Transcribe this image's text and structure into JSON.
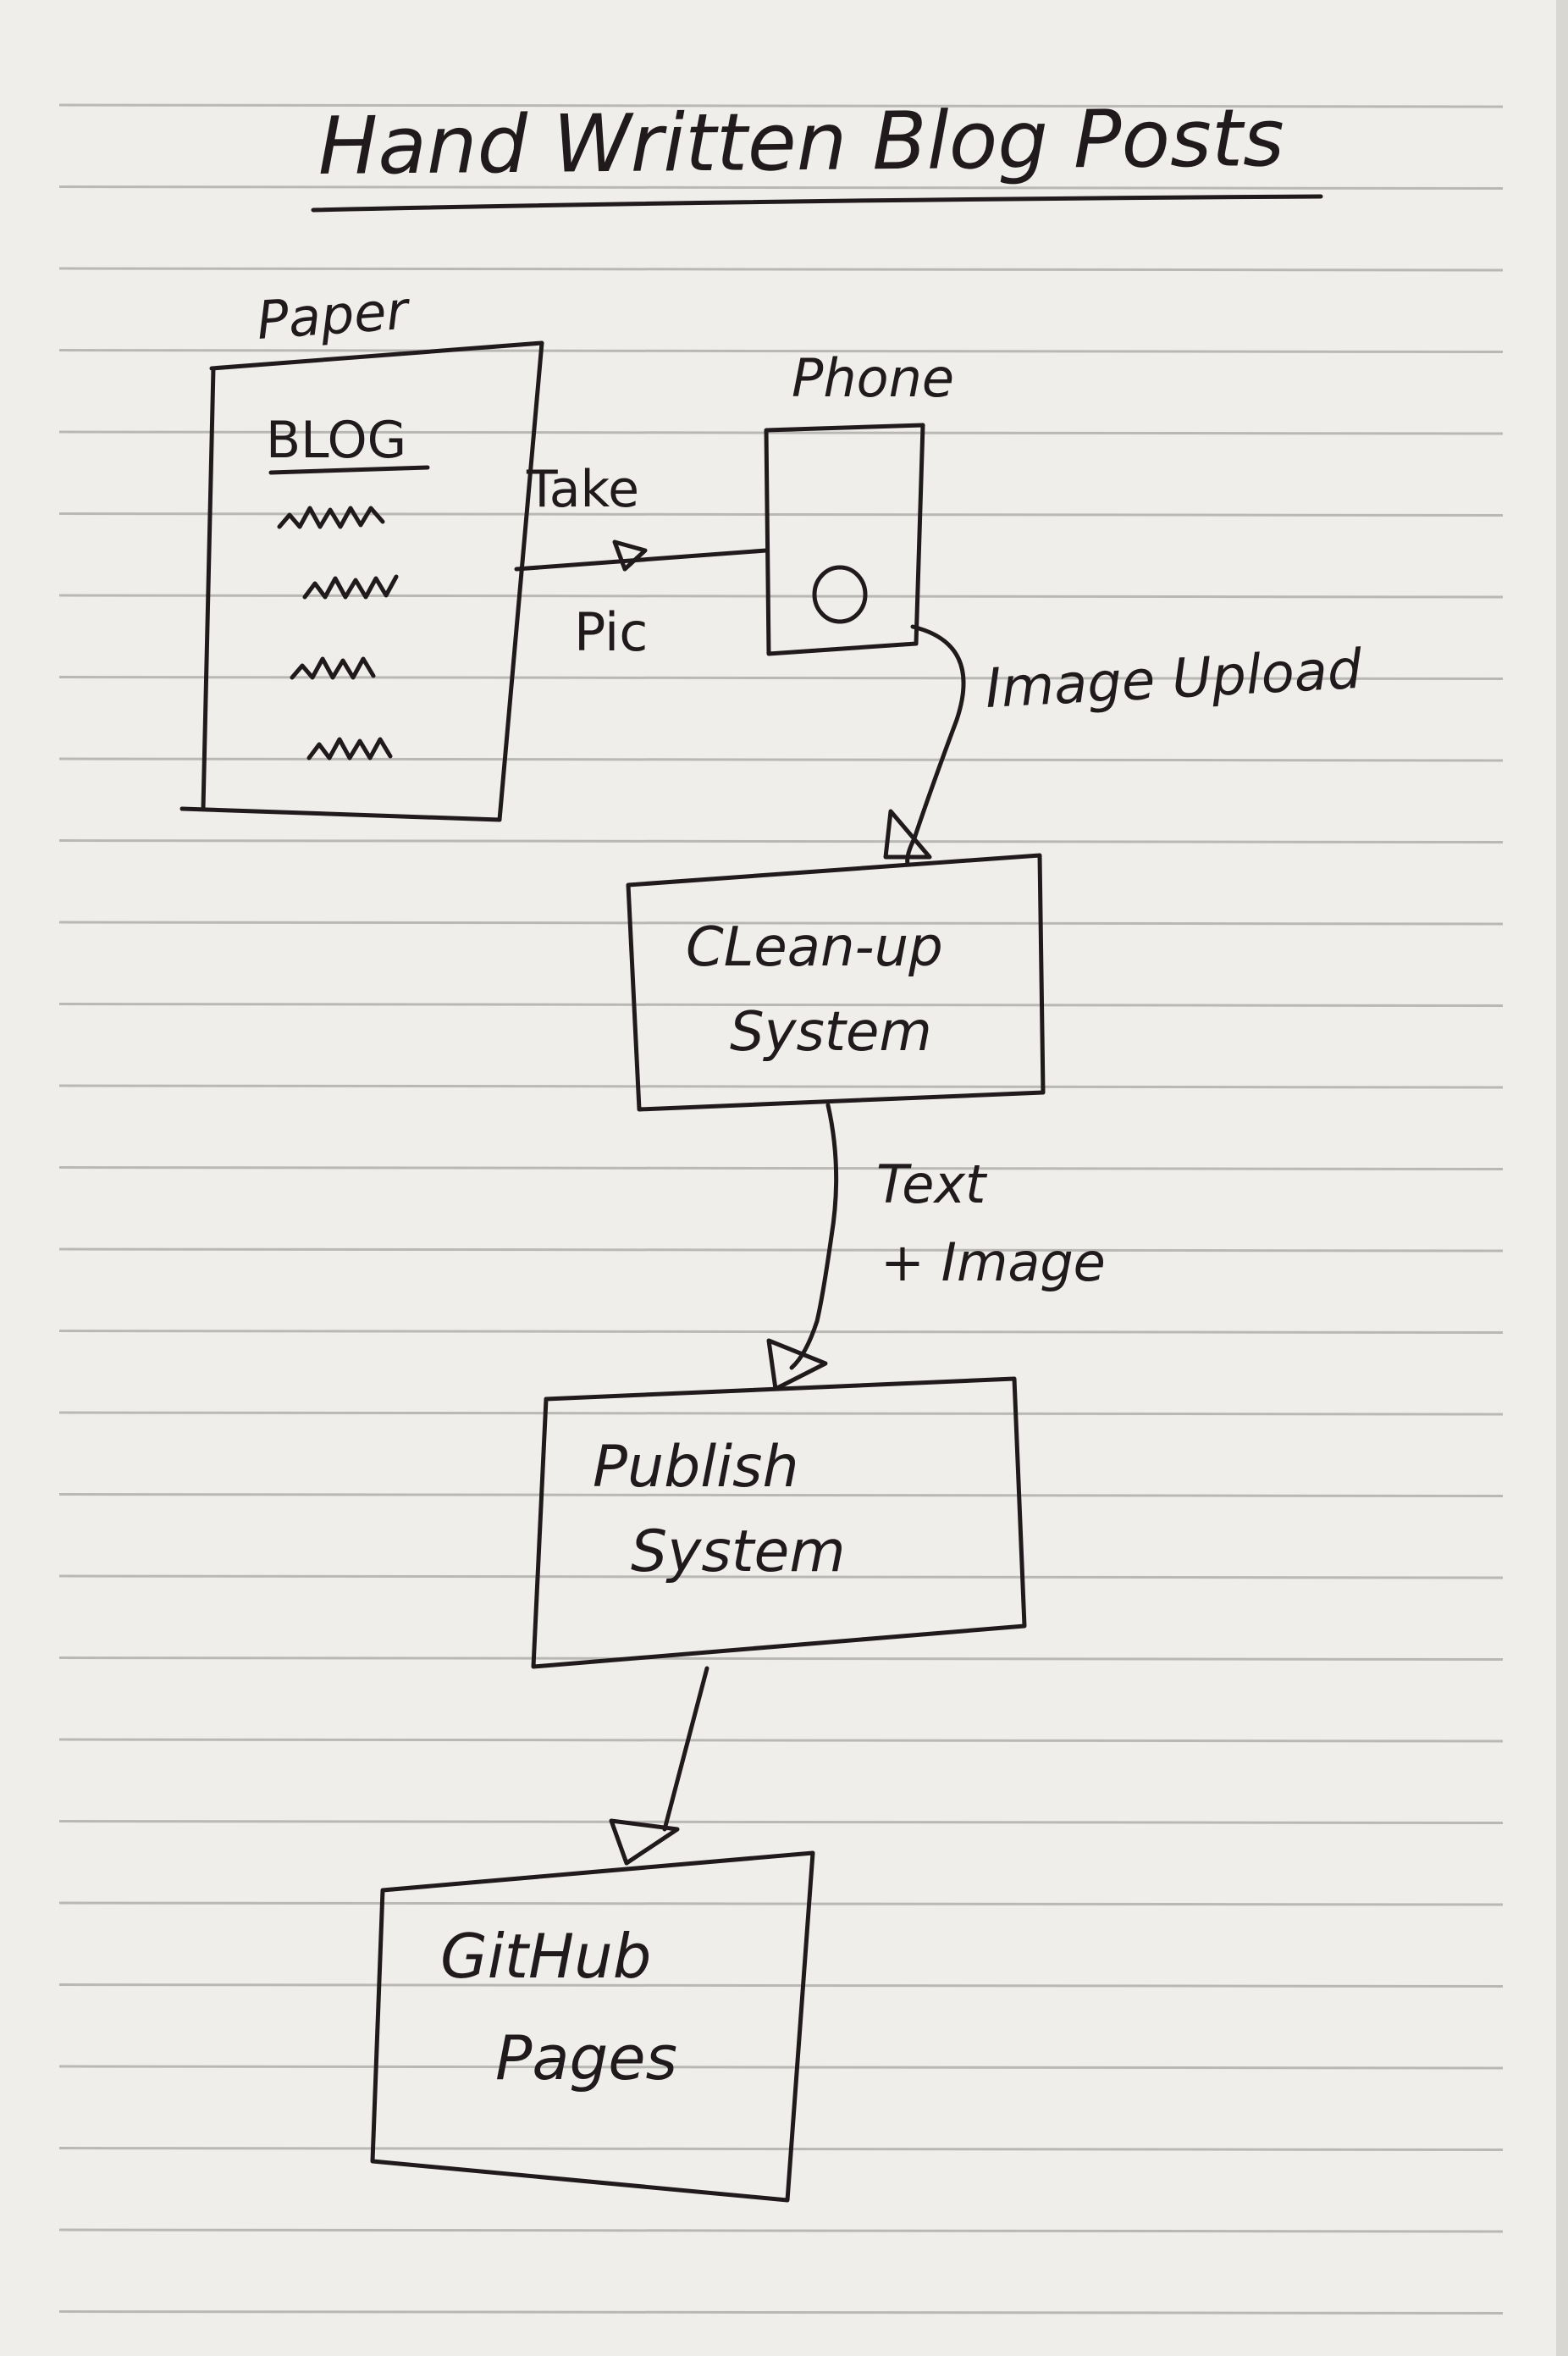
{
  "title": "Hand Written Blog Posts",
  "nodes": {
    "paper": {
      "label": "Paper",
      "content_heading": "BLOG"
    },
    "phone": {
      "label": "Phone"
    },
    "cleanup": {
      "line1": "CLean-up",
      "line2": "System"
    },
    "publish": {
      "line1": "Publish",
      "line2": "System"
    },
    "github": {
      "line1": "GitHub",
      "line2": "Pages"
    }
  },
  "edges": {
    "take_pic": {
      "line1": "Take",
      "line2": "Pic"
    },
    "image_upload": {
      "label": "Image Upload"
    },
    "text_image": {
      "line1": "Text",
      "line2": "+ Image"
    }
  },
  "colors": {
    "paper": "#efeeea",
    "ruled_line": "#b9b8b4",
    "ink": "#211a1c",
    "background": "#2a2624"
  }
}
